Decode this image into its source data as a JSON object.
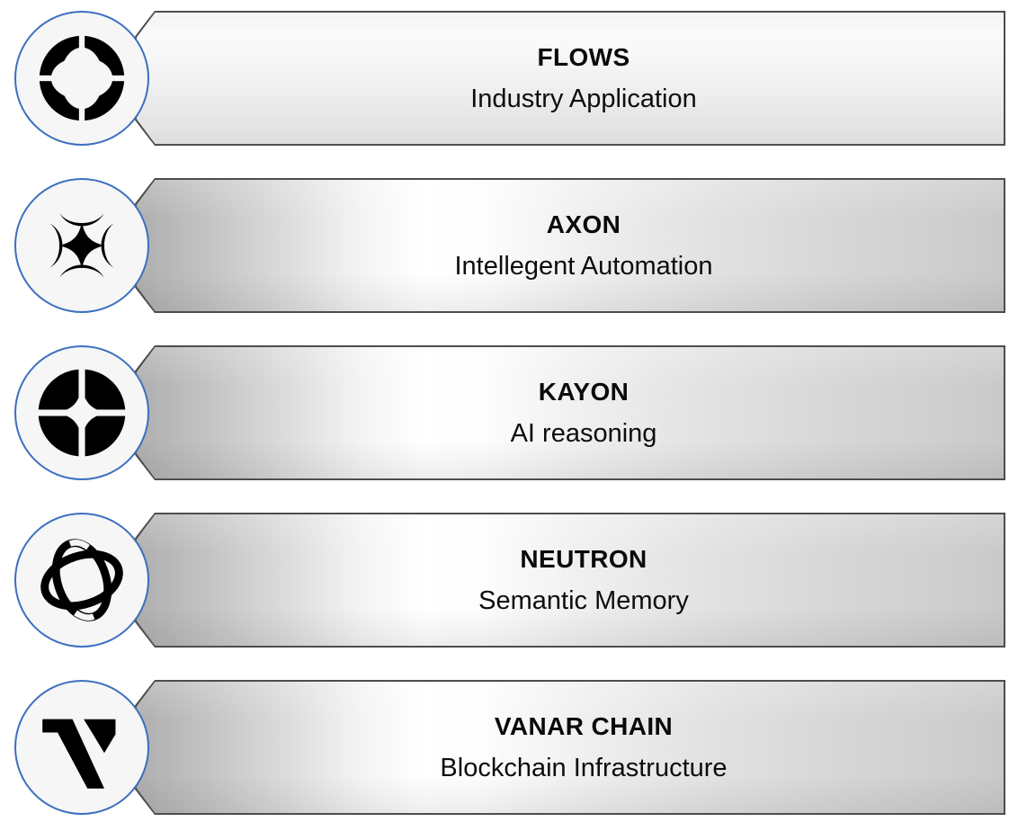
{
  "diagram": {
    "type": "layered-stack",
    "accent_color": "#3C6FC0",
    "icon_color": "#000000",
    "rows": [
      {
        "title": "FLOWS",
        "subtitle": "Industry Application",
        "icon": "globe-sphere-icon",
        "gradient": "light-vertical"
      },
      {
        "title": "AXON",
        "subtitle": "Intellegent Automation",
        "icon": "four-point-star-compass-icon",
        "gradient": "gray-horizontal"
      },
      {
        "title": "KAYON",
        "subtitle": "AI reasoning",
        "icon": "four-petal-clover-icon",
        "gradient": "gray-horizontal"
      },
      {
        "title": "NEUTRON",
        "subtitle": "Semantic Memory",
        "icon": "interlocking-orbit-icon",
        "gradient": "gray-horizontal"
      },
      {
        "title": "VANAR CHAIN",
        "subtitle": "Blockchain Infrastructure",
        "icon": "vanar-v-logo-icon",
        "gradient": "gray-horizontal"
      }
    ]
  }
}
